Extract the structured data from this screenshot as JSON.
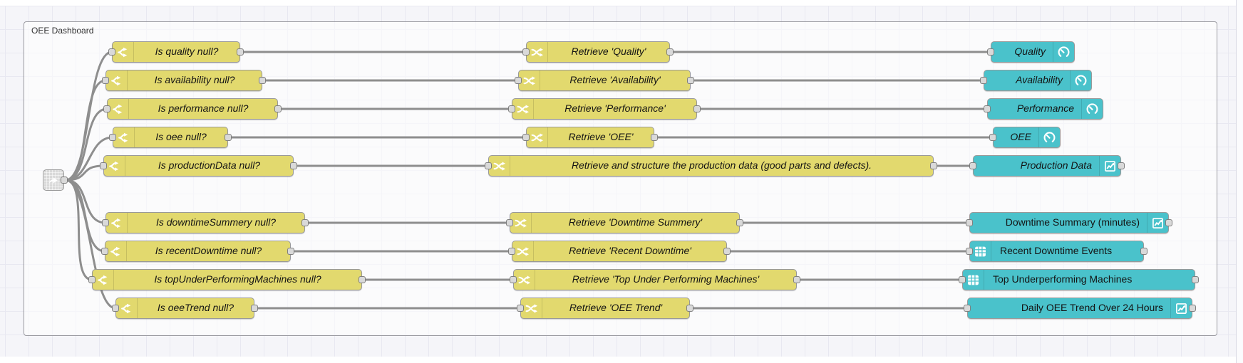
{
  "group": {
    "label": "OEE Dashboard"
  },
  "colors": {
    "switch_node": "#e2d96e",
    "change_node": "#e2d96e",
    "widget_node": "#4ac2cb",
    "wire": "#8e8e8e",
    "canvas_bg": "#f5f5f9",
    "grid_line": "#e8e8f1"
  },
  "hub": {
    "icon": "link-arrow-icon"
  },
  "rows": [
    {
      "check": "Is quality null?",
      "retrieve": "Retrieve 'Quality'",
      "widget": "Quality",
      "widget_icon": "gauge-icon"
    },
    {
      "check": "Is availability null?",
      "retrieve": "Retrieve 'Availability'",
      "widget": "Availability",
      "widget_icon": "gauge-icon"
    },
    {
      "check": "Is performance null?",
      "retrieve": "Retrieve 'Performance'",
      "widget": "Performance",
      "widget_icon": "gauge-icon"
    },
    {
      "check": "Is oee null?",
      "retrieve": "Retrieve 'OEE'",
      "widget": "OEE",
      "widget_icon": "gauge-icon"
    },
    {
      "check": "Is productionData null?",
      "retrieve": "Retrieve and structure the production data (good parts and defects).",
      "widget": "Production Data",
      "widget_icon": "line-chart-icon"
    },
    {
      "check": "Is downtimeSummery null?",
      "retrieve": "Retrieve 'Downtime Summery'",
      "widget": "Downtime Summary (minutes)",
      "widget_icon": "line-chart-icon"
    },
    {
      "check": "Is recentDowntime null?",
      "retrieve": "Retrieve 'Recent Downtime'",
      "widget": "Recent Downtime Events",
      "widget_icon": "table-icon"
    },
    {
      "check": "Is topUnderPerformingMachines null?",
      "retrieve": "Retrieve 'Top Under Performing Machines'",
      "widget": "Top Underperforming Machines",
      "widget_icon": "table-icon"
    },
    {
      "check": "Is oeeTrend null?",
      "retrieve": "Retrieve 'OEE Trend'",
      "widget": "Daily OEE Trend Over 24 Hours",
      "widget_icon": "line-chart-icon"
    }
  ]
}
